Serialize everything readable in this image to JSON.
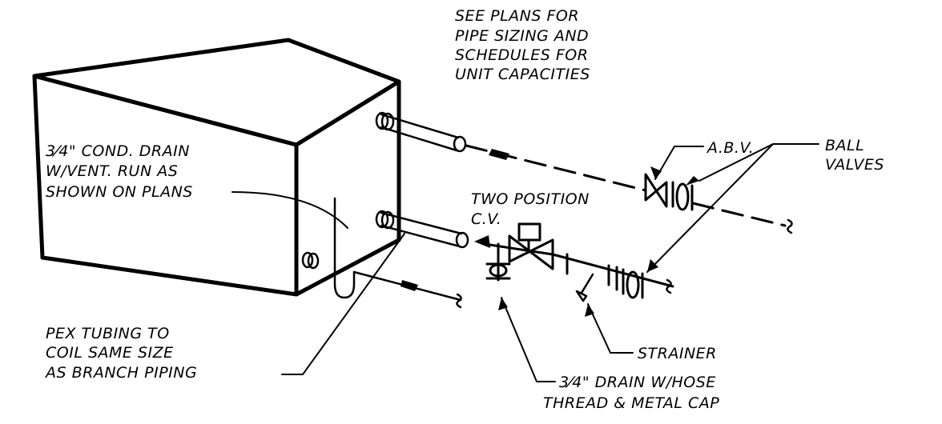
{
  "notes": {
    "see_plans": [
      "SEE PLANS FOR",
      "PIPE SIZING AND",
      "SCHEDULES FOR",
      "UNIT CAPACITIES"
    ],
    "cond_drain": [
      "3⁄4\" COND. DRAIN",
      "W/VENT.  RUN AS",
      "SHOWN ON PLANS"
    ],
    "pex": [
      "PEX TUBING TO",
      "COIL SAME SIZE",
      "AS BRANCH PIPING"
    ],
    "drain_cap": [
      "3⁄4\" DRAIN W/HOSE",
      "THREAD & METAL CAP"
    ]
  },
  "labels": {
    "abv": "A.B.V.",
    "ball_valves": [
      "BALL",
      "VALVES"
    ],
    "two_position_cv": [
      "TWO POSITION",
      "C.V."
    ],
    "strainer": "STRAINER"
  },
  "colors": {
    "line": "#000000",
    "background": "#ffffff"
  }
}
